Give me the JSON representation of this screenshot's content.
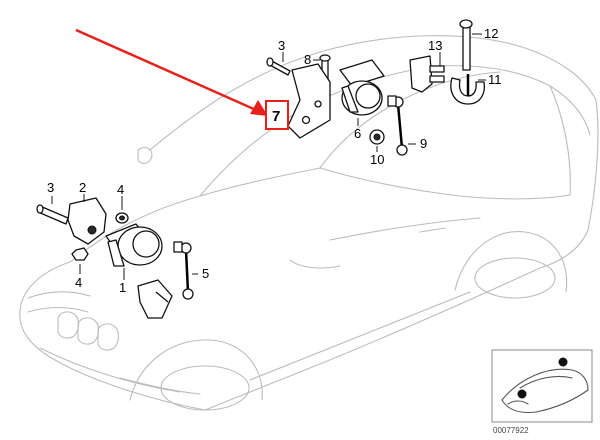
{
  "diagram": {
    "highlight_color": "#e8201c",
    "callouts": {
      "c3_top": "3",
      "c8": "8",
      "c13": "13",
      "c12": "12",
      "c11": "11",
      "c7": "7",
      "c6": "6",
      "c9": "9",
      "c10": "10",
      "c3_left": "3",
      "c2": "2",
      "c4_top": "4",
      "c4_bottom": "4",
      "c1": "1",
      "c5": "5"
    },
    "reference_number": "00077922"
  }
}
